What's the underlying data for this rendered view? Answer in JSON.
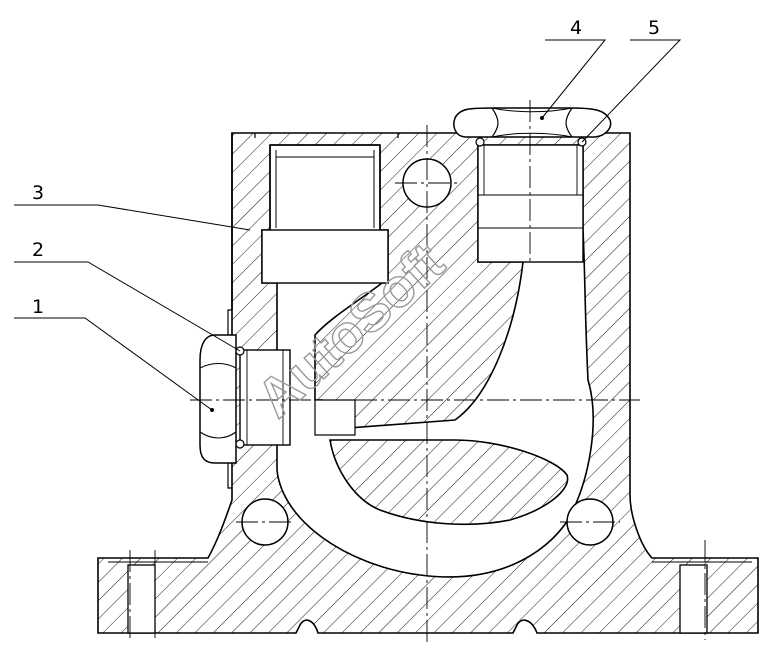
{
  "drawing": {
    "callouts": [
      {
        "label": "1",
        "part": "hex-plug-side"
      },
      {
        "label": "2",
        "part": "seal-ring-side"
      },
      {
        "label": "3",
        "part": "valve-body"
      },
      {
        "label": "4",
        "part": "hex-plug-top"
      },
      {
        "label": "5",
        "part": "seal-ring-top"
      }
    ],
    "watermark": "AutoSoft",
    "colors": {
      "line": "#000000",
      "hatch": "#000000",
      "watermark": "#9a9a9a",
      "background": "#ffffff"
    }
  }
}
